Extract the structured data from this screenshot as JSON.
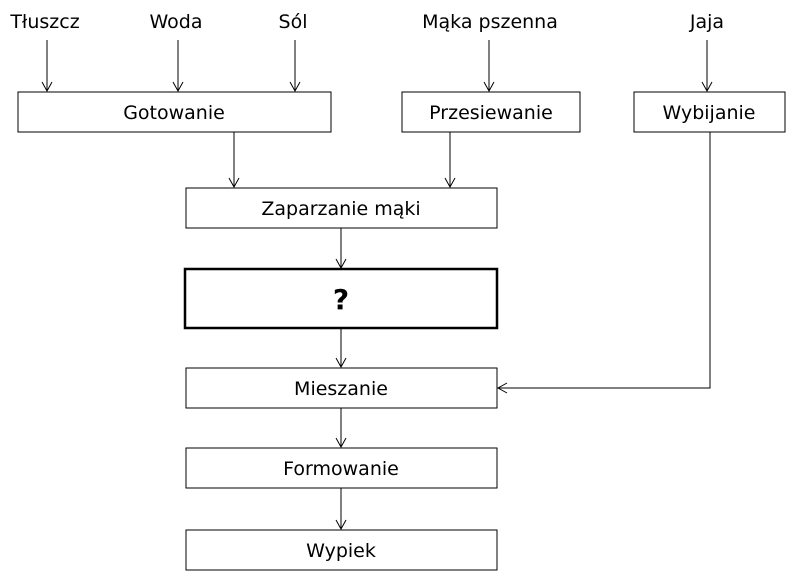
{
  "inputs": {
    "fat": "Tłuszcz",
    "water": "Woda",
    "salt": "Sól",
    "flour": "Mąka pszenna",
    "eggs": "Jaja"
  },
  "steps": {
    "cooking": "Gotowanie",
    "sifting": "Przesiewanie",
    "cracking": "Wybijanie",
    "scalding": "Zaparzanie mąki",
    "unknown": "?",
    "mixing": "Mieszanie",
    "shaping": "Formowanie",
    "baking": "Wypiek"
  }
}
